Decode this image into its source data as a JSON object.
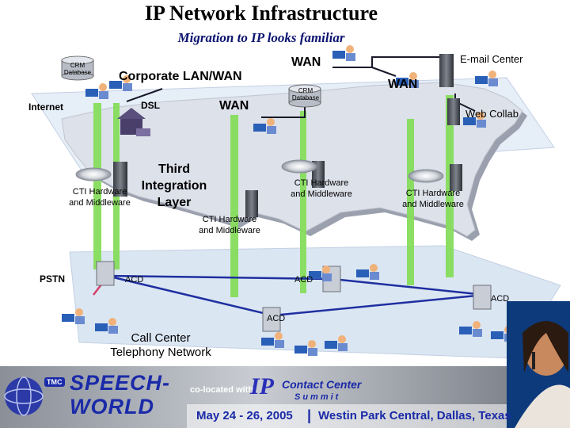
{
  "title": "IP Network Infrastructure",
  "subtitle": "Migration to IP looks familiar",
  "labels": {
    "crm_db_left": "CRM\nDatabase",
    "crm_db_mid": "CRM\nDatabase",
    "corporate_lan_wan": "Corporate LAN/WAN",
    "wan_top": "WAN",
    "wan_right": "WAN",
    "wan_mid": "WAN",
    "email_center": "E-mail Center",
    "internet": "Internet",
    "dsl": "DSL",
    "web_collab": "Web Collab",
    "third_layer": "Third\nIntegration\nLayer",
    "cti_left": "CTI Hardware\nand Middleware",
    "cti_center": "CTI Hardware\nand Middleware",
    "cti_right": "CTI Hardware\nand Middleware",
    "cti_lower": "CTI Hardware\nand Middleware",
    "pstn": "PSTN",
    "acd_left": "ACD",
    "acd_mid": "ACD",
    "acd_right": "ACD",
    "acd_bottom": "ACD",
    "call_center_net": "Call Center\nTelephony Network"
  },
  "banner": {
    "speech": "SPEECH-",
    "world": "WORLD",
    "tmc": "TMC",
    "colocated": "co-located\nwith",
    "ip": "IP",
    "contact_center": "Contact Center",
    "summit": "Summit",
    "dates": "May 24 - 26, 2005",
    "venue": "Westin Park Central, Dallas, Texas"
  },
  "colors": {
    "map_fill": "#d9dde8",
    "map_shadow": "#9aa0ad",
    "wan_plane": "#dfe9f7",
    "ground_plane": "#d6e4f2",
    "link_green": "#7fd957",
    "link_blue": "#1f2fa0",
    "link_red": "#d3406a",
    "banner_blue": "#1a2aa8"
  }
}
